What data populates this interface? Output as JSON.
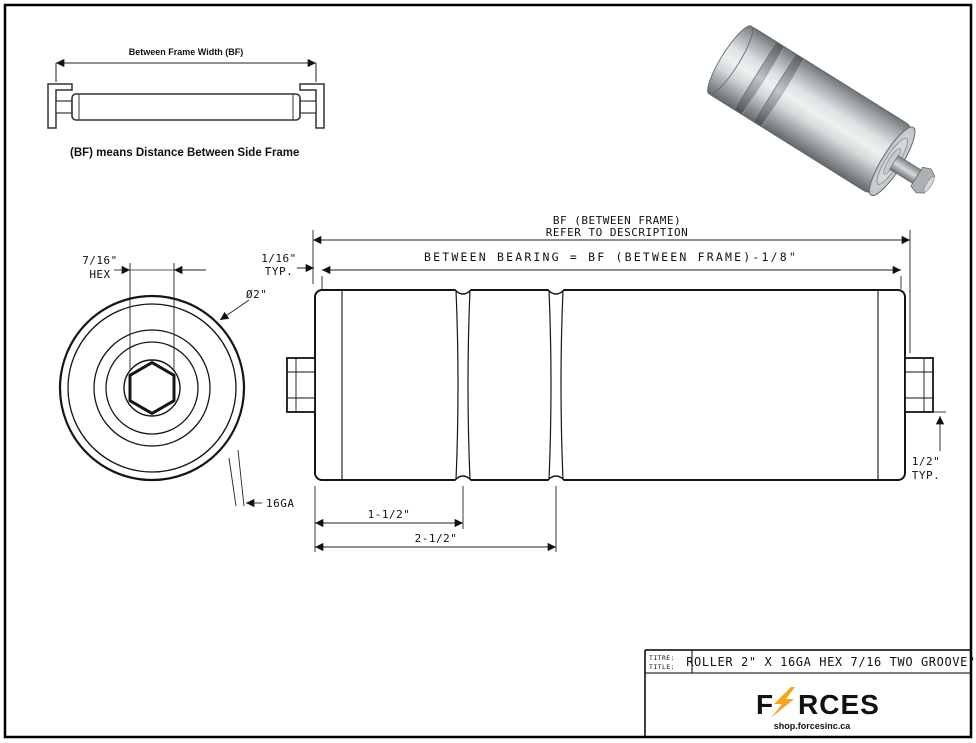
{
  "inset": {
    "dim_label": "Between Frame Width (BF)",
    "caption": "(BF) means Distance Between Side Frame"
  },
  "end_view": {
    "hex_size": "7/16\"",
    "hex_word": "HEX",
    "diameter": "Ø2\"",
    "gauge": "16GA"
  },
  "side_view": {
    "bf_label": "BF (BETWEEN FRAME)",
    "bf_sub": "REFER TO DESCRIPTION",
    "between_bearing": "BETWEEN BEARING = BF (BETWEEN FRAME)-1/8\"",
    "gap_small": "1/16\"",
    "gap_small_typ": "TYP.",
    "shaft_ext": "1/2\"",
    "shaft_ext_typ": "TYP.",
    "dim_groove1": "1-1/2\"",
    "dim_groove2": "2-1/2\""
  },
  "title_block": {
    "label_fr": "TITRE:",
    "label_en": "TITLE:",
    "title": "ROLLER 2\" X 16GA HEX 7/16 TWO GROOVE\"",
    "brand_f": "F",
    "brand_rces": "RCES",
    "website": "shop.forcesinc.ca",
    "brand_color": "#15635a",
    "bolt_color": "#f2a51e"
  }
}
